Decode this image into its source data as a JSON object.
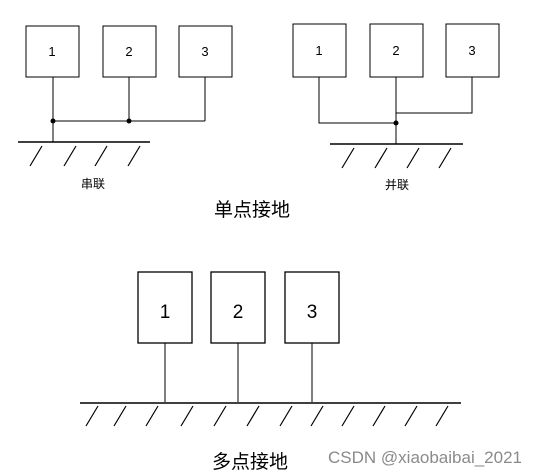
{
  "single_point": {
    "title": "单点接地",
    "series": {
      "caption": "串联",
      "boxes": [
        "1",
        "2",
        "3"
      ]
    },
    "parallel": {
      "caption": "并联",
      "boxes": [
        "1",
        "2",
        "3"
      ]
    }
  },
  "multi_point": {
    "title": "多点接地",
    "boxes": [
      "1",
      "2",
      "3"
    ]
  },
  "watermark": "CSDN @xiaobaibai_2021"
}
